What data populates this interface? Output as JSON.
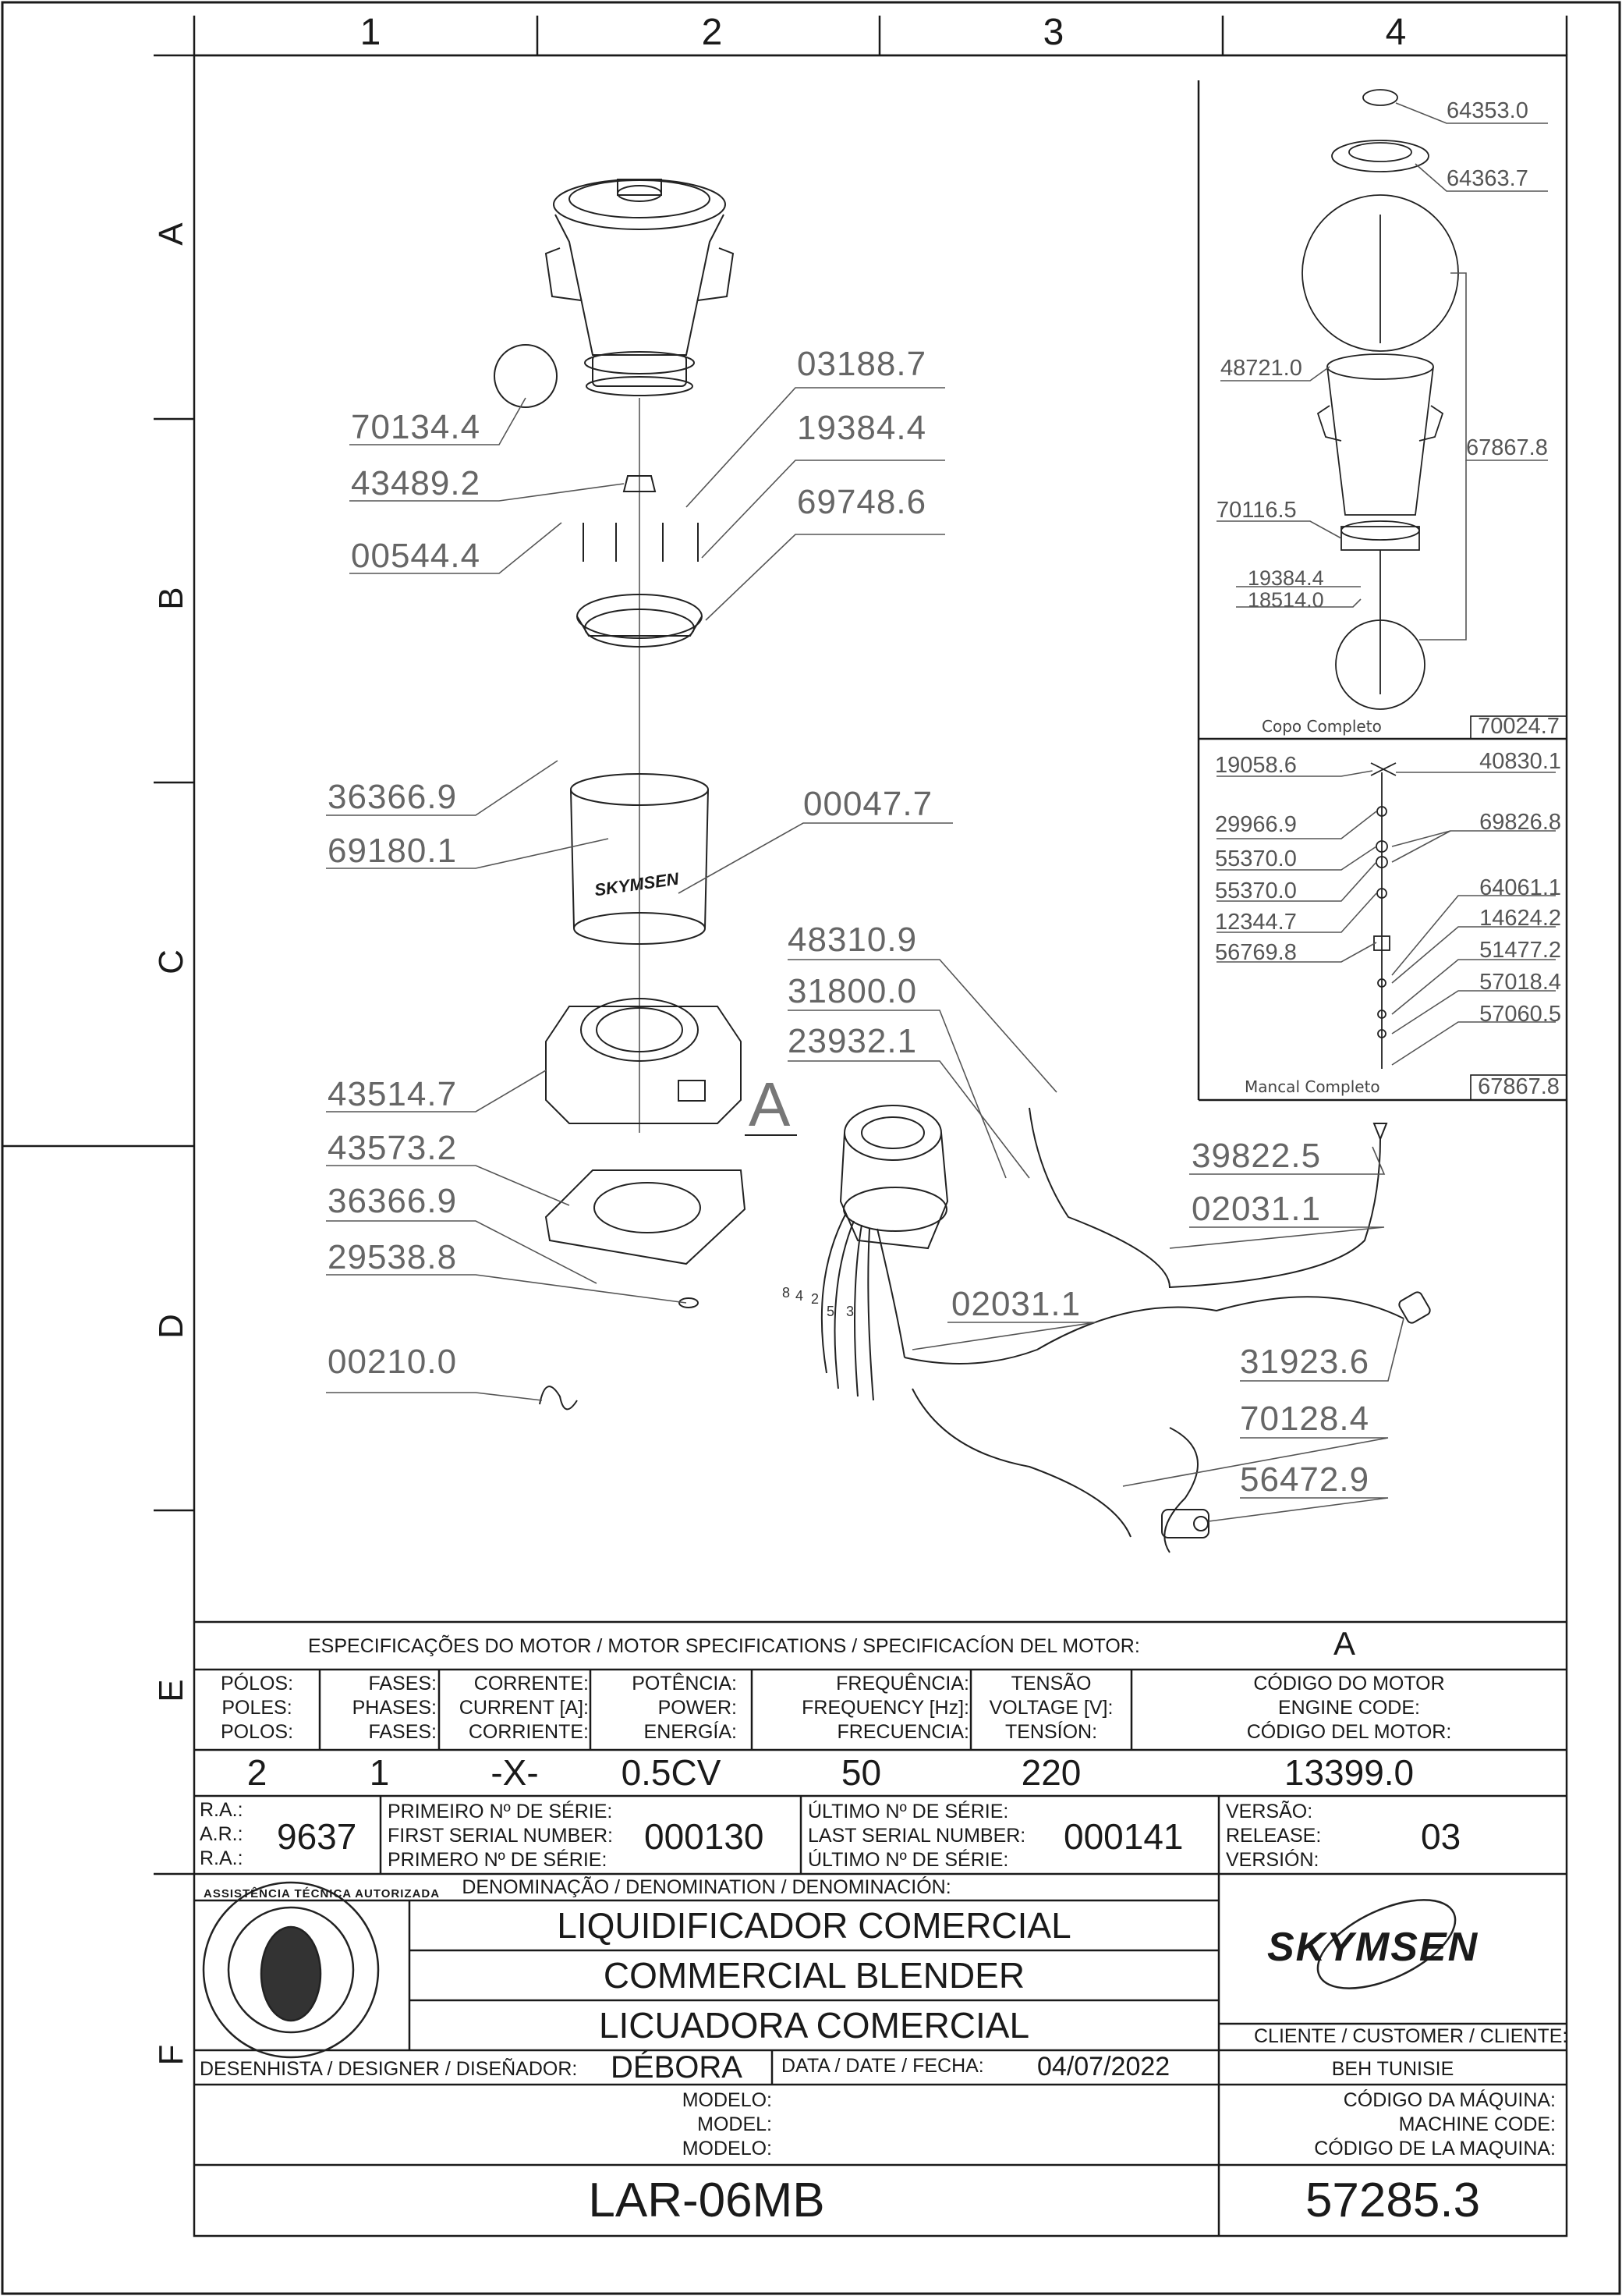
{
  "grid": {
    "columns": [
      "1",
      "2",
      "3",
      "4"
    ],
    "rows": [
      "A",
      "B",
      "C",
      "D",
      "E",
      "F"
    ]
  },
  "callouts": {
    "main": [
      "70134.4",
      "43489.2",
      "00544.4",
      "03188.7",
      "19384.4",
      "69748.6",
      "36366.9",
      "69180.1",
      "00047.7",
      "43514.7",
      "43573.2",
      "36366.9",
      "29538.8",
      "00210.0",
      "48310.9",
      "31800.0",
      "23932.1",
      "02031.1",
      "39822.5",
      "02031.1",
      "31923.6",
      "70128.4",
      "56472.9"
    ],
    "detail_a": [
      "64353.0",
      "64363.7",
      "48721.0",
      "67867.8",
      "70116.5",
      "19384.4",
      "18514.0"
    ],
    "detail_b_left": [
      "19058.6",
      "29966.9",
      "55370.0",
      "55370.0",
      "12344.7",
      "56769.8"
    ],
    "detail_b_right": [
      "40830.1",
      "69826.8",
      "64061.1",
      "14624.2",
      "51477.2",
      "57018.4",
      "57060.5"
    ]
  },
  "section_marker": "A",
  "logo_text": "SKYMSEN",
  "detail_panel": {
    "copo_label": "Copo Completo",
    "copo_code": "70024.7",
    "mancal_label": "Mancal Completo",
    "mancal_code": "67867.8",
    "wire_numbers": [
      "8",
      "4",
      "2",
      "5",
      "3"
    ]
  },
  "motor": {
    "header": "ESPECIFICAÇÕES DO MOTOR / MOTOR SPECIFICATIONS / SPECIFICACÍON DEL MOTOR:",
    "code_letter": "A",
    "poles_label": [
      "PÓLOS:",
      "POLES:",
      "POLOS:"
    ],
    "phases_label": [
      "FASES:",
      "PHASES:",
      "FASES:"
    ],
    "current_label": [
      "CORRENTE:",
      "CURRENT [A]:",
      "CORRIENTE:"
    ],
    "power_label": [
      "POTÊNCIA:",
      "POWER:",
      "ENERGÍA:"
    ],
    "frequency_label": [
      "FREQUÊNCIA:",
      "FREQUENCY [Hz]:",
      "FRECUENCIA:"
    ],
    "voltage_label": [
      "TENSÃO",
      "VOLTAGE [V]:",
      "TENSÍON:"
    ],
    "engine_code_label": [
      "CÓDIGO DO MOTOR",
      "ENGINE CODE:",
      "CÓDIGO DEL MOTOR:"
    ],
    "poles": "2",
    "phases": "1",
    "current": "-X-",
    "power": "0.5CV",
    "frequency": "50",
    "voltage": "220",
    "engine_code": "13399.0"
  },
  "record": {
    "ra_label": [
      "R.A.:",
      "A.R.:",
      "R.A.:"
    ],
    "ra": "9637",
    "first_serial_label": [
      "PRIMEIRO Nº DE SÉRIE:",
      "FIRST SERIAL NUMBER:",
      "PRIMERO Nº DE SÉRIE:"
    ],
    "first_serial": "000130",
    "last_serial_label": [
      "ÚLTIMO Nº DE SÉRIE:",
      "LAST SERIAL NUMBER:",
      "ÚLTIMO Nº DE SÉRIE:"
    ],
    "last_serial": "000141",
    "version_label": [
      "VERSÃO:",
      "RELEASE:",
      "VERSIÓN:"
    ],
    "version": "03"
  },
  "denomination": {
    "header": "DENOMINAÇÃO / DENOMINATION / DENOMINACIÓN:",
    "lines": [
      "LIQUIDIFICADOR COMERCIAL",
      "COMMERCIAL BLENDER",
      "LICUADORA COMERCIAL"
    ]
  },
  "seal": {
    "text": "ASSISTÊNCIA TÉCNICA AUTORIZADA"
  },
  "client": {
    "label": "CLIENTE / CUSTOMER / CLIENTE:",
    "name": "BEH TUNISIE"
  },
  "designer": {
    "label": "DESENHISTA / DESIGNER / DISEÑADOR:",
    "name": "DÉBORA"
  },
  "date": {
    "label": "DATA / DATE / FECHA:",
    "value": "04/07/2022"
  },
  "model": {
    "label": [
      "MODELO:",
      "MODEL:",
      "MODELO:"
    ],
    "value": "LAR-06MB"
  },
  "machine": {
    "label": [
      "CÓDIGO DA MÁQUINA:",
      "MACHINE CODE:",
      "CÓDIGO DE LA MAQUINA:"
    ],
    "value": "57285.3"
  },
  "colors": {
    "line": "#1a1a1a",
    "leader": "#555555",
    "callout_text": "#666666"
  }
}
